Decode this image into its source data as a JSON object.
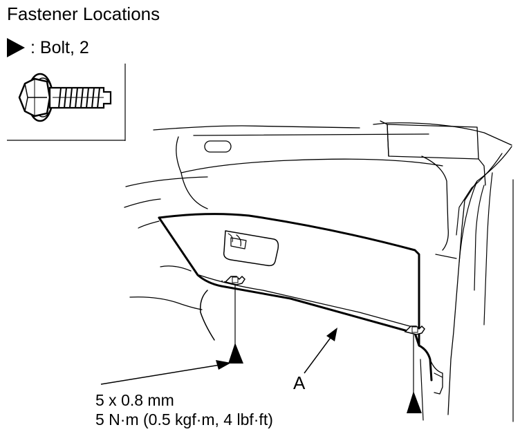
{
  "header": {
    "title": "Fastener Locations"
  },
  "legend": {
    "marker_icon": "filled-triangle-icon",
    "text": ": Bolt, 2"
  },
  "bolt_illustration": {
    "icon": "flange-bolt-icon"
  },
  "callouts": {
    "spec_size": "5 x 0.8 mm",
    "spec_torque": "5 N·m (0.5 kgf·m, 4 lbf·ft)",
    "part_label": "A"
  },
  "colors": {
    "line": "#000000",
    "background": "#ffffff"
  }
}
